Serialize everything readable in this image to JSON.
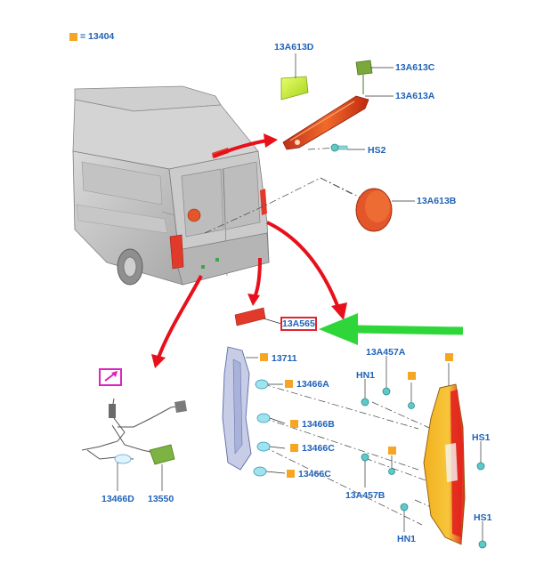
{
  "legend": {
    "text": "= 13404"
  },
  "callouts": {
    "c13A613D": "13A613D",
    "c13A613C": "13A613C",
    "c13A613A": "13A613A",
    "cHS2": "HS2",
    "c13A613B": "13A613B",
    "c13A565": "13A565",
    "c13711": "13711",
    "c13466A": "13466A",
    "c13466B": "13466B",
    "c13466C_1": "13466C",
    "c13466C_2": "13466C",
    "c13A457A": "13A457A",
    "cHN1_top": "HN1",
    "cHS1_top": "HS1",
    "c13A457B": "13A457B",
    "cHN1_bottom": "HN1",
    "cHS1_bottom": "HS1",
    "c13466D": "13466D",
    "c13550": "13550"
  },
  "colors": {
    "label": "#1f63b8",
    "marker": "#f5a623",
    "highlight_box": "#e0242b",
    "pointer_arrow": "#e8101a",
    "focus_arrow": "#2fd63a",
    "cutaway_icon": "#e020c0"
  },
  "icons": {
    "cutaway": "cutaway-view-icon"
  }
}
